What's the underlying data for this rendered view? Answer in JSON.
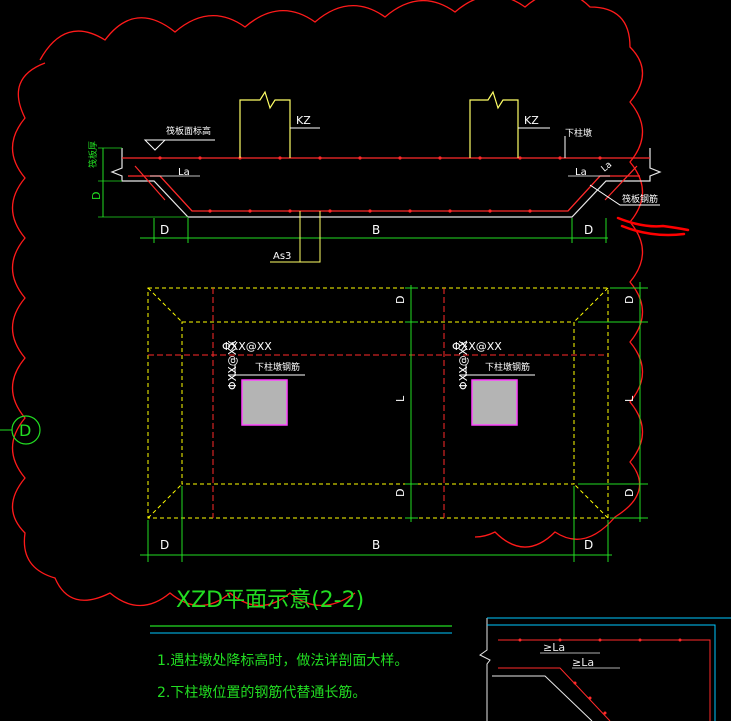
{
  "colors": {
    "background": "#000000",
    "cloud": "#ff1a1a",
    "rebar": "#ff2a2a",
    "concrete": "#e8e8e8",
    "dimension": "#22dd22",
    "leader": "#ffffff",
    "column_line": "#ffff66",
    "hidden": "#ffff00",
    "column_fill": "#b4b4b4",
    "column_edge": "#ff44ff",
    "cyan": "#00c8ff",
    "highlight": "#ff0000"
  },
  "section": {
    "raft_top_label": "筏板面标高",
    "raft_thickness_label": "筏板厚",
    "column_label_left": "KZ",
    "column_label_right": "KZ",
    "pier_label": "下柱墩",
    "anchor_la_left": "La",
    "anchor_la_right": "La",
    "anchor_slanted": "La",
    "raft_rebar_label": "筏板钢筋",
    "dim_depth": "D",
    "dim_left": "D",
    "dim_mid": "B",
    "dim_right": "D",
    "as3_label": "As3"
  },
  "plan": {
    "left_rebar_h": "ΦXX@XX",
    "right_rebar_h": "ΦXX@XX",
    "left_rebar_v": "ΦXX@XX",
    "right_rebar_v": "ΦXX@XX",
    "left_pier_rebar": "下柱墩钢筋",
    "right_pier_rebar": "下柱墩钢筋",
    "dim_bottom_left": "D",
    "dim_bottom_mid": "B",
    "dim_bottom_right": "D",
    "dim_center_top": "D",
    "dim_center_mid": "L",
    "dim_center_bottom": "D",
    "dim_right_top": "D",
    "dim_right_mid": "L",
    "dim_right_bottom": "D"
  },
  "axis_bubble": "D",
  "title": "XZD平面示意(2-2)",
  "notes": [
    "1.遇柱墩处降标高时，做法详剖面大样。",
    "2.下柱墩位置的钢筋代替通长筋。"
  ],
  "detail": {
    "la_1": "≥La",
    "la_2": "≥La"
  }
}
